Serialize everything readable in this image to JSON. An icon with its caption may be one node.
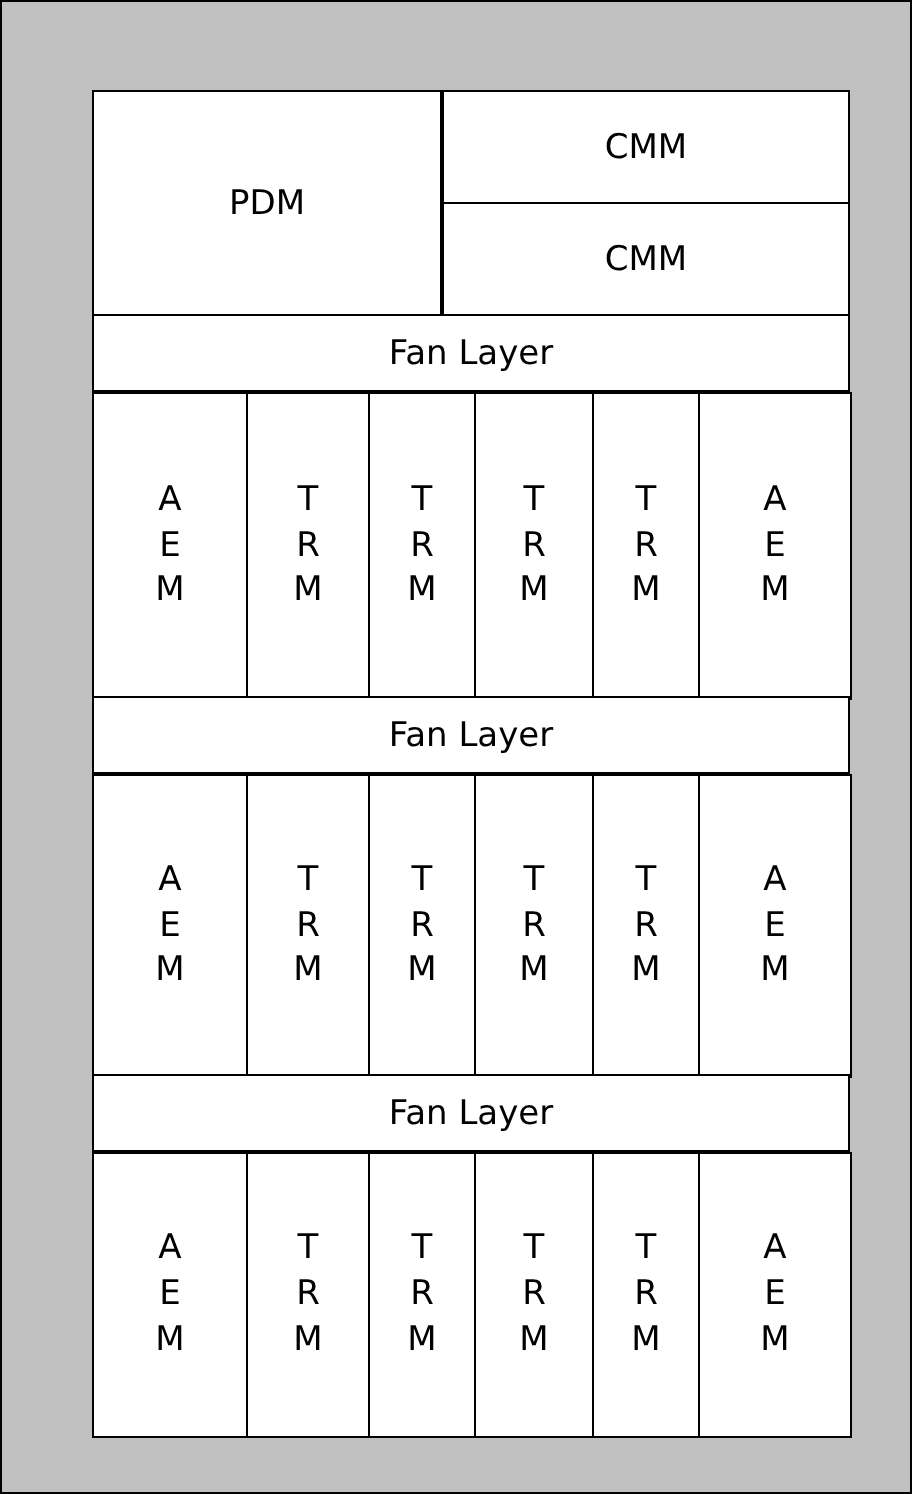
{
  "diagram": {
    "nodes": [
      {
        "text": [
          "PDM"
        ]
      },
      {
        "text": [
          "CMM"
        ]
      },
      {
        "text": [
          "CMM"
        ]
      },
      {
        "text": [
          "Fan Layer"
        ]
      },
      {
        "text": [
          "AEM"
        ]
      },
      {
        "text": [
          "TRM"
        ]
      },
      {
        "text": [
          "TRM"
        ]
      },
      {
        "text": [
          "TRM"
        ]
      },
      {
        "text": [
          "TRM"
        ]
      },
      {
        "text": [
          "AEM"
        ]
      },
      {
        "text": [
          "Fan Layer"
        ]
      },
      {
        "text": [
          "AEM"
        ]
      },
      {
        "text": [
          "TRM"
        ]
      },
      {
        "text": [
          "TRM"
        ]
      },
      {
        "text": [
          "TRM"
        ]
      },
      {
        "text": [
          "TRM"
        ]
      },
      {
        "text": [
          "AEM"
        ]
      },
      {
        "text": [
          "Fan Layer"
        ]
      },
      {
        "text": [
          "AEM"
        ]
      },
      {
        "text": [
          "TRM"
        ]
      },
      {
        "text": [
          "TRM"
        ]
      },
      {
        "text": [
          "TRM"
        ]
      },
      {
        "text": [
          "TRM"
        ]
      },
      {
        "text": [
          "AEM"
        ]
      }
    ]
  }
}
